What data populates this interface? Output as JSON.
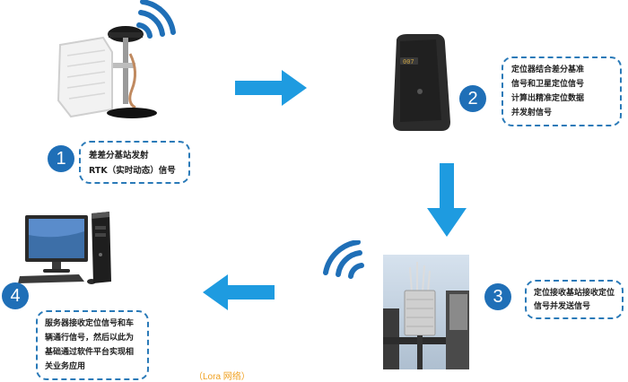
{
  "colors": {
    "arrow": "#1e9be0",
    "badge": "#1f6fb7",
    "callout_border": "#2a7ab8",
    "lora_text": "#f0a020"
  },
  "steps": [
    {
      "number": "1",
      "lines": [
        "差差分基站发射",
        "RTK（实时动态）信号"
      ]
    },
    {
      "number": "2",
      "lines": [
        "定位器结合差分基准",
        "信号和卫星定位信号",
        "计算出精准定位数据",
        "并发射信号"
      ]
    },
    {
      "number": "3",
      "lines": [
        "定位接收基站接收定位",
        "信号并发送信号"
      ]
    },
    {
      "number": "4",
      "lines": [
        "服务器接收定位信号和车",
        "辆通行信号，然后以此为",
        "基础通过软件平台实现相",
        "关业务应用"
      ]
    }
  ],
  "device_label": "007",
  "network_label": "（Lora 网络）",
  "icons": [
    "rtk-base-station-icon",
    "locator-device-icon",
    "receiving-base-station-icon",
    "computer-server-icon",
    "wifi-signal-icon",
    "arrow-right-icon",
    "arrow-down-icon",
    "arrow-left-icon"
  ]
}
